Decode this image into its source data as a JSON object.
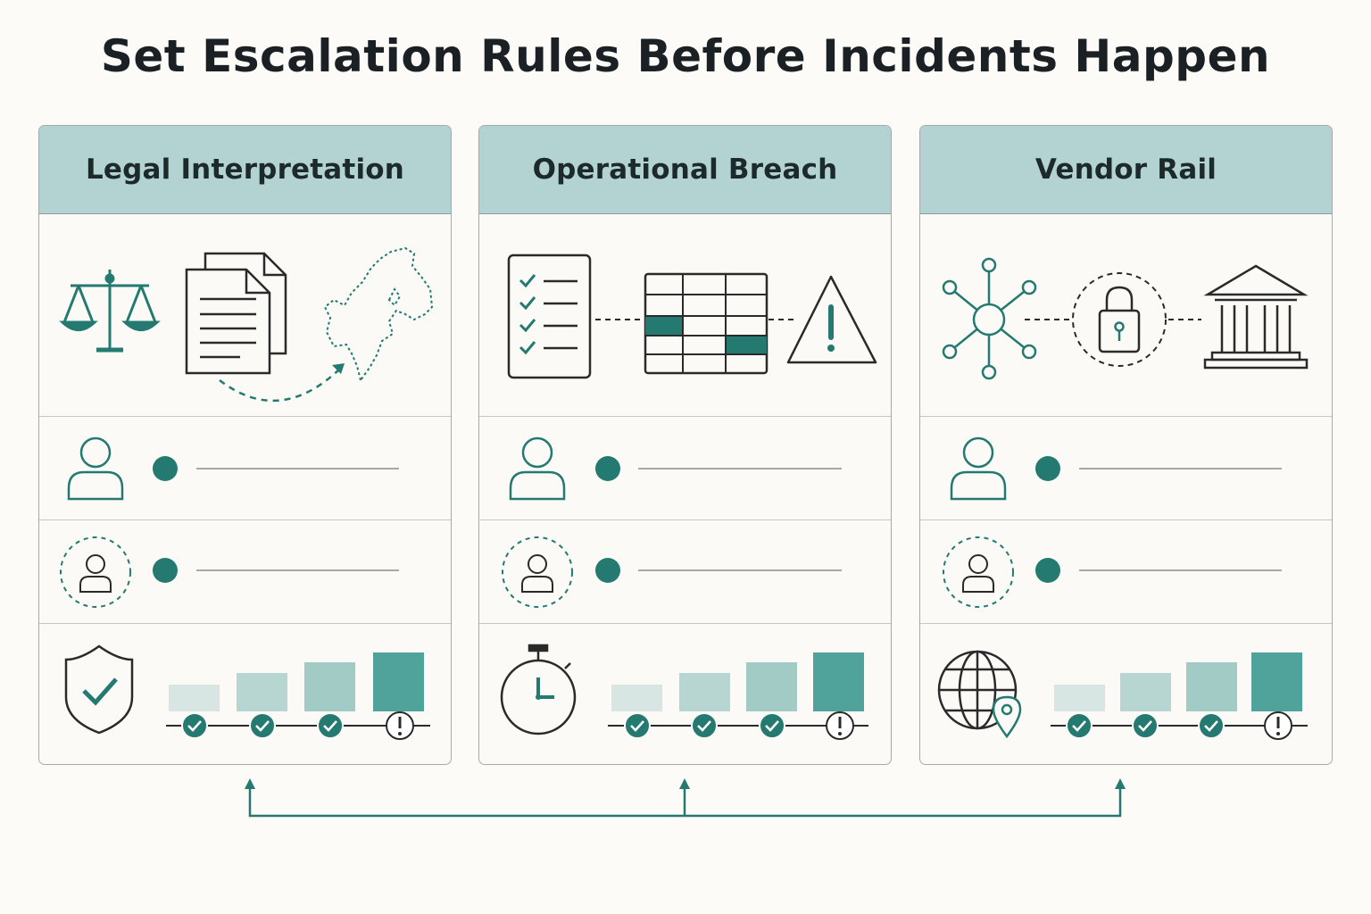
{
  "title": "Set Escalation Rules Before Incidents Happen",
  "colors": {
    "accent": "#247a70",
    "header_fill": "#b3d3d2",
    "bar_scale": [
      "#d7e6e3",
      "#b8d6d1",
      "#a2cbc6",
      "#4fa39b"
    ]
  },
  "panels": [
    {
      "title": "Legal Interpretation",
      "icons": [
        "scales-icon",
        "documents-icon",
        "region-map-icon"
      ],
      "status_icon": "shield-check-icon",
      "milestones": [
        "check",
        "check",
        "check",
        "alert"
      ]
    },
    {
      "title": "Operational Breach",
      "icons": [
        "checklist-icon",
        "data-table-icon",
        "warning-icon"
      ],
      "status_icon": "stopwatch-icon",
      "milestones": [
        "check",
        "check",
        "check",
        "alert"
      ]
    },
    {
      "title": "Vendor Rail",
      "icons": [
        "network-hub-icon",
        "padlock-icon",
        "bank-icon"
      ],
      "status_icon": "globe-location-icon",
      "milestones": [
        "check",
        "check",
        "check",
        "alert"
      ]
    }
  ]
}
